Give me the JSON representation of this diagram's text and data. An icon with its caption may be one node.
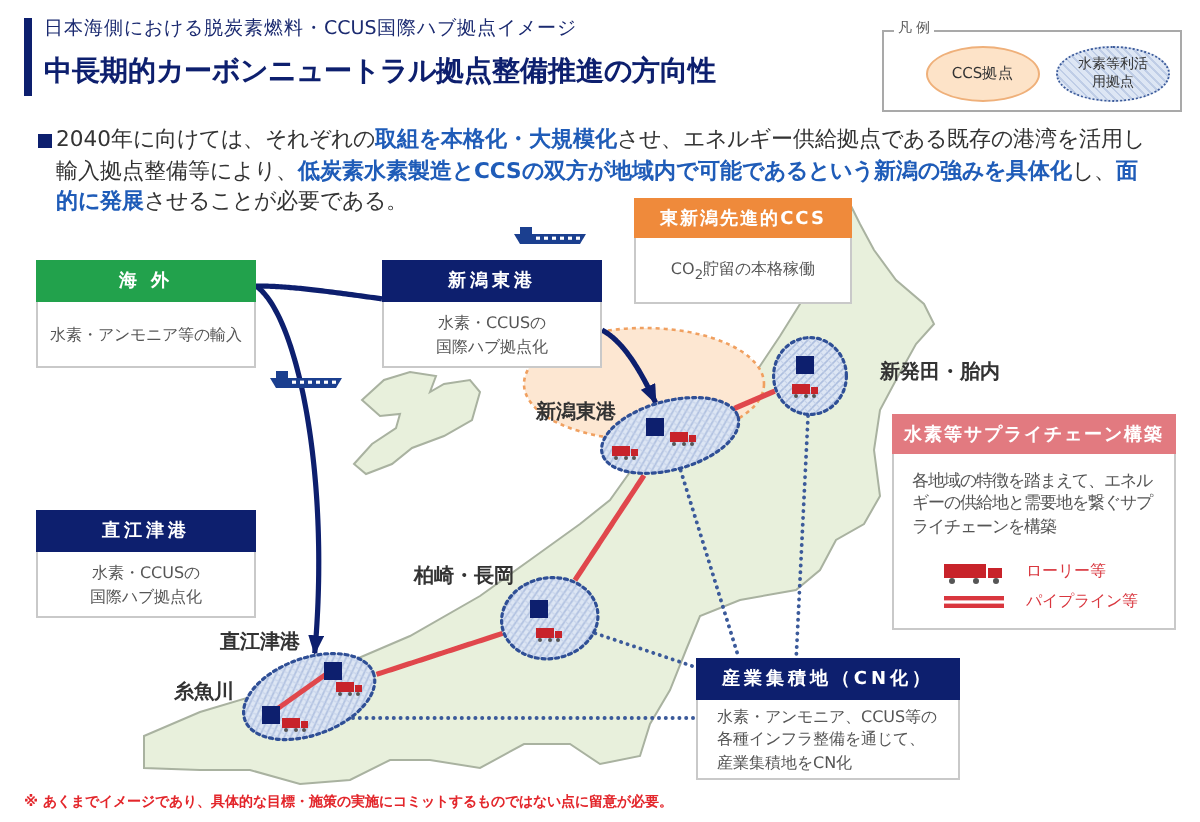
{
  "diagram": {
    "title": "中長期的カーボンニュートラル拠点整備推進の方向性",
    "nodes": [
      {
        "text": [
          "海 外",
          "水素・アンモニア等の輸入"
        ]
      },
      {
        "text": [
          "新潟東港",
          "水素・CCUSの国際ハブ拠点化"
        ]
      },
      {
        "text": [
          "東新潟先進的CCS",
          "CO$_{2}$貯留の本格稼働"
        ]
      },
      {
        "text": [
          "直江津港",
          "水素・CCUSの国際ハブ拠点化"
        ]
      },
      {
        "text": [
          "水素等サプライチェーン構築",
          "各地域の特徴を踏まえて、エネルギーの供給地と需要地を繋ぐサプライチェーンを構築"
        ]
      },
      {
        "text": [
          "産業集積地（CN化）",
          "水素・アンモニア、CCUS等の各種インフラ整備を通じて、産業集積地をCN化"
        ]
      },
      {
        "text": [],
        "shape": "ellipse",
        "beside": [
          "新潟東港"
        ]
      },
      {
        "text": [],
        "shape": "ellipse",
        "beside": [
          "新発田・胎内"
        ]
      },
      {
        "text": [],
        "shape": "ellipse",
        "beside": [
          "柏崎・長岡"
        ]
      },
      {
        "text": [],
        "shape": "ellipse",
        "beside": [
          "直江津港",
          "糸魚川"
        ]
      }
    ],
    "edges": [
      {
        "from": 0,
        "to": 1,
        "arrow": "none",
        "color": "#0d1f6e"
      },
      {
        "from": 1,
        "to": 6,
        "arrow": "to",
        "color": "#0d1f6e"
      },
      {
        "from": 0,
        "to": 9,
        "arrow": "to",
        "color": "#0d1f6e"
      },
      {
        "from": 9,
        "to": 8,
        "arrow": "none",
        "color": "#e0474c"
      },
      {
        "from": 8,
        "to": 6,
        "arrow": "none",
        "color": "#e0474c"
      },
      {
        "from": 6,
        "to": 7,
        "arrow": "none",
        "color": "#e0474c"
      },
      {
        "from": 6,
        "to": 5,
        "arrow": "none",
        "style": "dashed"
      },
      {
        "from": 7,
        "to": 5,
        "arrow": "none",
        "style": "dashed"
      },
      {
        "from": 8,
        "to": 5,
        "arrow": "none",
        "style": "dashed"
      },
      {
        "from": 9,
        "to": 5,
        "arrow": "none",
        "style": "dashed"
      }
    ],
    "labels": [
      "日本海側における脱炭素燃料・CCUS国際ハブ拠点イメージ",
      "凡 例",
      "2040年に向けては、それぞれの**取組を本格化・大規模化**させ、エネルギー供給拠点である既存の港湾を活用し輸入拠点整備等により、**低炭素水素製造とCCSの双方が地域内で可能であるという新潟の強みを具体化**し、**面的に発展**させることが必要である。",
      "※ あくまでイメージであり、具体的な目標・施策の実施にコミットするものではない点に留意が必要。"
    ],
    "legend": [
      {
        "text": "CCS拠点",
        "color": "#fde3c8"
      },
      {
        "text": "水素等利活用拠点"
      },
      {
        "text": "ローリー等"
      },
      {
        "text": "パイプライン等"
      }
    ]
  }
}
